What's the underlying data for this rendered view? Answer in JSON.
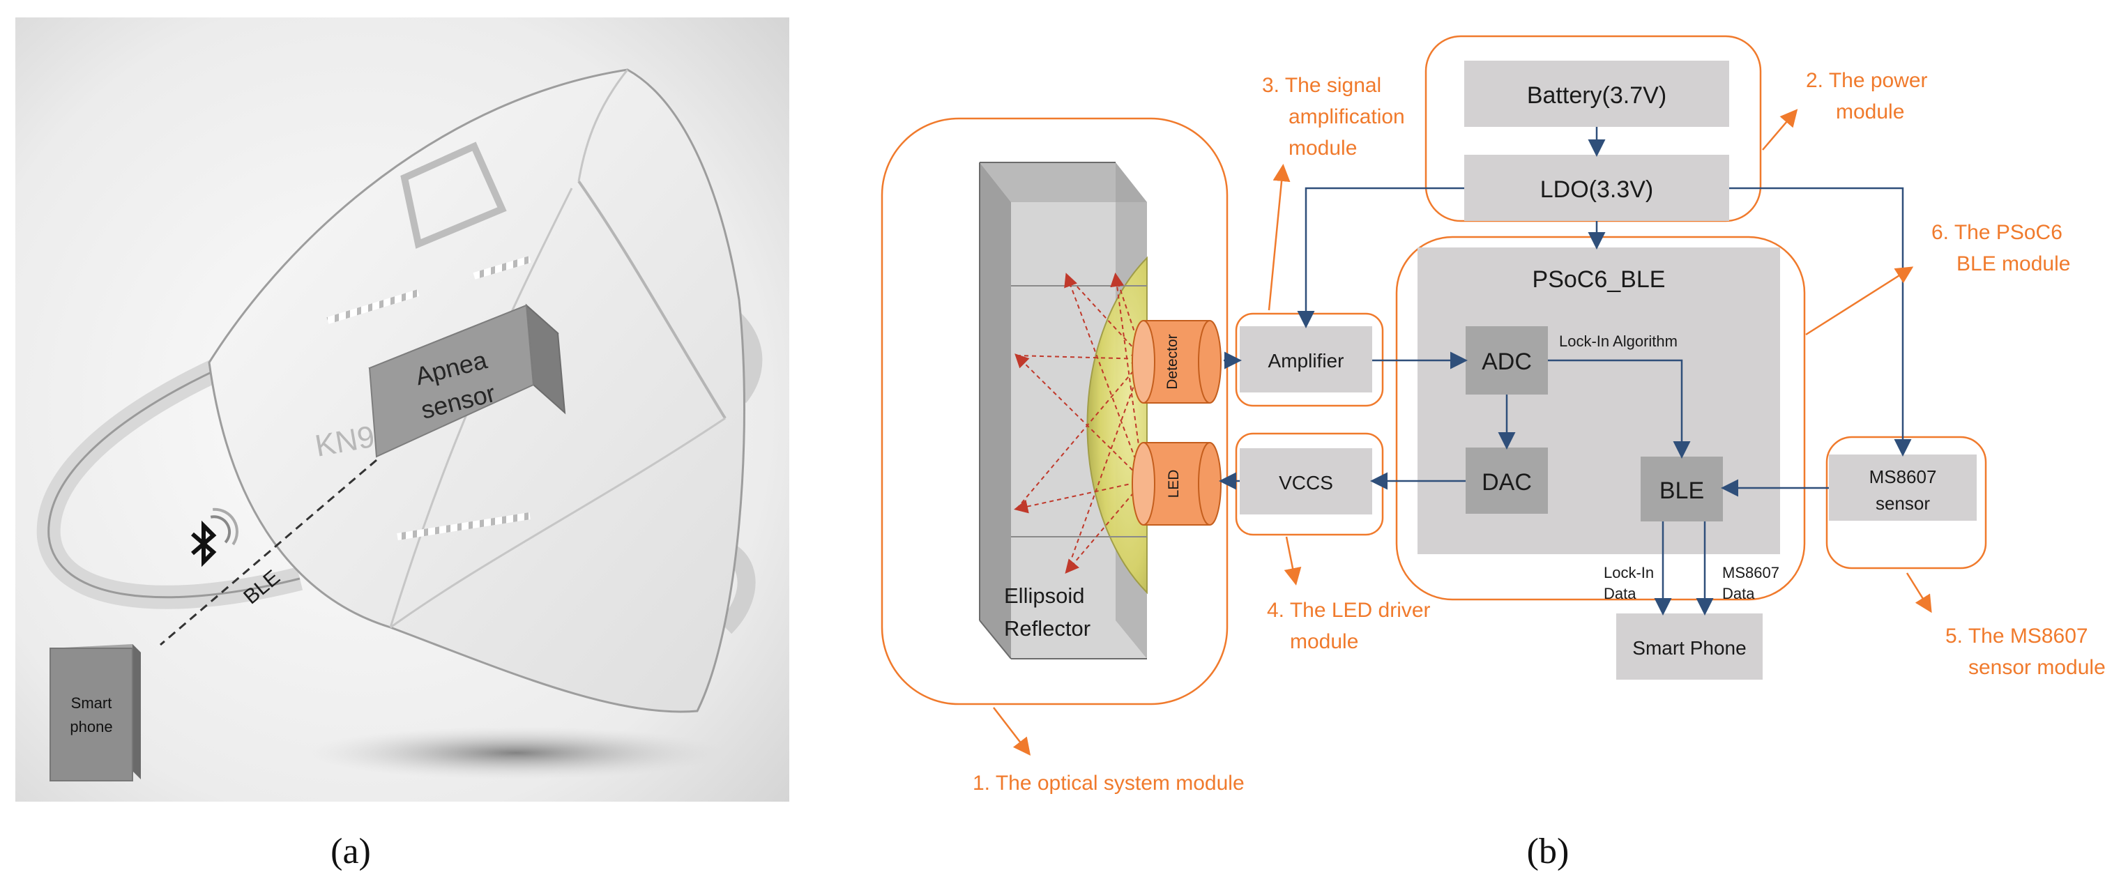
{
  "panel_a": {
    "caption": "(a)",
    "sensor_label_line1": "Apnea",
    "sensor_label_line2": "sensor",
    "mask_text": "KN95",
    "link_label": "BLE",
    "phone_label_line1": "Smart",
    "phone_label_line2": "phone"
  },
  "panel_b": {
    "caption": "(b)",
    "blocks": {
      "battery": "Battery(3.7V)",
      "ldo": "LDO(3.3V)",
      "psoc_title": "PSoC6_BLE",
      "adc": "ADC",
      "dac": "DAC",
      "ble": "BLE",
      "lockin_algorithm": "Lock-In Algorithm",
      "amplifier": "Amplifier",
      "vccs": "VCCS",
      "ms8607_line1": "MS8607",
      "ms8607_line2": "sensor",
      "smartphone": "Smart Phone",
      "detector": "Detector",
      "led": "LED",
      "reflector_line1": "Ellipsoid",
      "reflector_line2": "Reflector",
      "lockin_data_line1": "Lock-In",
      "lockin_data_line2": "Data",
      "ms8607_data_line1": "MS8607",
      "ms8607_data_line2": "Data"
    },
    "modules": {
      "m1": "1. The optical system module",
      "m2_line1": "2. The power",
      "m2_line2": "module",
      "m3_line1": "3. The signal",
      "m3_line2": "amplification",
      "m3_line3": "module",
      "m4_line1": "4. The LED driver",
      "m4_line2": "module",
      "m5_line1": "5. The MS8607",
      "m5_line2": "sensor module",
      "m6_line1": "6. The PSoC6",
      "m6_line2": "BLE module"
    }
  },
  "colors": {
    "orange": "#f07a2c",
    "block_gray": "#d3d1d2",
    "dark_block": "#a6a6a6",
    "arrow_blue": "#2f4f7a"
  }
}
